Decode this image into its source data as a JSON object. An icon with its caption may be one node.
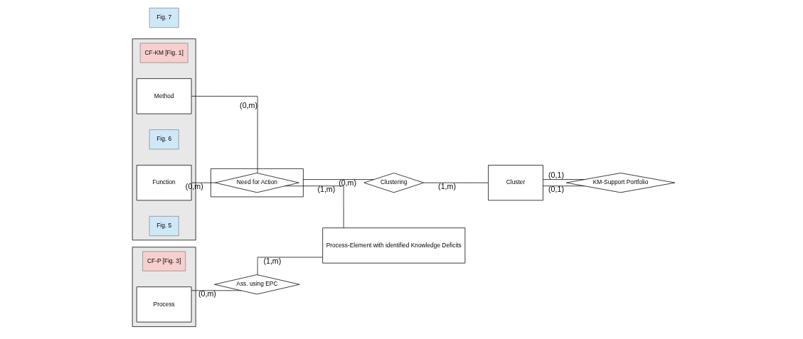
{
  "diagram": {
    "nodes": [
      {
        "text": [],
        "shape": "box"
      },
      {
        "text": [
          "CF-KM [Fig. 1]"
        ],
        "in": 0
      },
      {
        "text": [
          "Method"
        ],
        "in": 0
      },
      {
        "text": [
          "Fig. 6"
        ],
        "in": 0
      },
      {
        "text": [
          "Function"
        ],
        "in": 0
      },
      {
        "text": [
          "Fig. 5"
        ],
        "in": 0
      },
      {
        "text": [],
        "shape": "box"
      },
      {
        "text": [
          "Need for Action"
        ],
        "in": 6
      },
      {
        "text": [
          "Fig. 7"
        ]
      },
      {
        "text": [
          "Clustering"
        ]
      },
      {
        "text": [
          "KM-Support Portfolio"
        ]
      },
      {
        "text": [
          "Cluster"
        ]
      },
      {
        "text": [],
        "shape": "box"
      },
      {
        "text": [
          "CF-P [Fig. 3]"
        ],
        "in": 12
      },
      {
        "text": [
          "Process"
        ],
        "in": 12
      },
      {
        "text": [
          "Ass. using EPC"
        ]
      },
      {
        "text": [
          "Process-Element with identified Knowledge Deficits"
        ]
      }
    ],
    "edges": [
      {
        "from": 2,
        "to": 7,
        "arrow": "none",
        "label": "(0,m)"
      },
      {
        "from": 4,
        "to": 7,
        "arrow": "none",
        "label": "(0,m)"
      },
      {
        "from": 6,
        "to": 9,
        "arrow": "none",
        "label": "(0,m)"
      },
      {
        "from": 9,
        "to": 11,
        "arrow": "none",
        "label": "(1,m)"
      },
      {
        "from": 7,
        "to": 16,
        "arrow": "none",
        "label": "(1,m)"
      },
      {
        "from": 11,
        "to": 10,
        "arrow": "none",
        "label": "(0,1)"
      },
      {
        "from": 11,
        "to": 10,
        "arrow": "none",
        "label": "(0,1)"
      },
      {
        "from": 14,
        "to": 15,
        "arrow": "none",
        "label": "(0,m)"
      },
      {
        "from": 15,
        "to": 16,
        "arrow": "none",
        "label": "(1,m)"
      }
    ]
  }
}
